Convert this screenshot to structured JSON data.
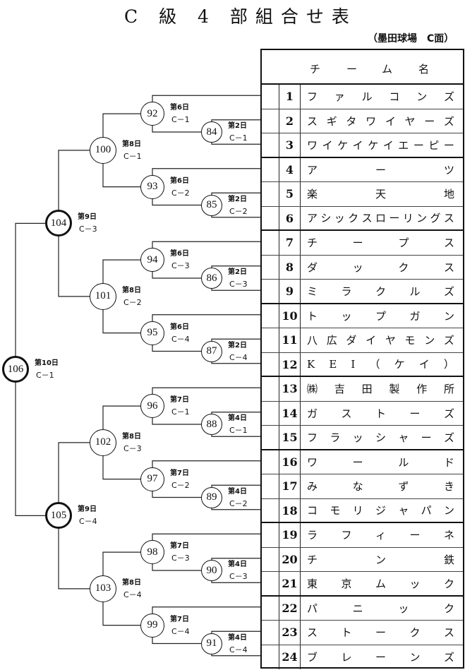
{
  "title": "C 級 4 部組合せ表",
  "venue": "（墨田球場　C面）",
  "table": {
    "header_chars": [
      "チ",
      "ー",
      "ム",
      "名"
    ],
    "teams": [
      {
        "no": "1",
        "chars": [
          "フ",
          "ァ",
          "ル",
          "コ",
          "ン",
          "ズ"
        ]
      },
      {
        "no": "2",
        "chars": [
          "ス",
          "ギ",
          "タ",
          "ワ",
          "イ",
          "ヤ",
          "ー",
          "ズ"
        ]
      },
      {
        "no": "3",
        "chars": [
          "ワ",
          "イ",
          "ケ",
          "イ",
          "ケ",
          "イ",
          "エ",
          "ー",
          "ピ",
          "ー"
        ]
      },
      {
        "no": "4",
        "chars": [
          "ア",
          "ー",
          "ツ"
        ]
      },
      {
        "no": "5",
        "chars": [
          "楽",
          "天",
          "地"
        ]
      },
      {
        "no": "6",
        "chars": [
          "ア",
          "シ",
          "ッ",
          "ク",
          "ス",
          "ロ",
          "ー",
          "リ",
          "ン",
          "グ",
          "ス"
        ]
      },
      {
        "no": "7",
        "chars": [
          "チ",
          "ー",
          "プ",
          "ス"
        ]
      },
      {
        "no": "8",
        "chars": [
          "ダ",
          "ッ",
          "ク",
          "ス"
        ]
      },
      {
        "no": "9",
        "chars": [
          "ミ",
          "ラ",
          "ク",
          "ル",
          "ズ"
        ]
      },
      {
        "no": "10",
        "chars": [
          "ト",
          "ッ",
          "プ",
          "ガ",
          "ン"
        ]
      },
      {
        "no": "11",
        "chars": [
          "八",
          "広",
          "ダ",
          "イ",
          "ヤ",
          "モ",
          "ン",
          "ズ"
        ]
      },
      {
        "no": "12",
        "chars": [
          "K",
          "E",
          "I",
          "（",
          "ケ",
          "イ",
          "）"
        ]
      },
      {
        "no": "13",
        "chars": [
          "㈱",
          "吉",
          "田",
          "製",
          "作",
          "所"
        ]
      },
      {
        "no": "14",
        "chars": [
          "ガ",
          "ス",
          "ト",
          "ー",
          "ズ"
        ]
      },
      {
        "no": "15",
        "chars": [
          "フ",
          "ラ",
          "ッ",
          "シ",
          "ャ",
          "ー",
          "ズ"
        ]
      },
      {
        "no": "16",
        "chars": [
          "ワ",
          "ー",
          "ル",
          "ド"
        ]
      },
      {
        "no": "17",
        "chars": [
          "み",
          "な",
          "ず",
          "き"
        ]
      },
      {
        "no": "18",
        "chars": [
          "コ",
          "モ",
          "リ",
          "ジ",
          "ャ",
          "パ",
          "ン"
        ]
      },
      {
        "no": "19",
        "chars": [
          "ラ",
          "フ",
          "ィ",
          "ー",
          "ネ"
        ]
      },
      {
        "no": "20",
        "chars": [
          "チ",
          "ン",
          "鉄"
        ]
      },
      {
        "no": "21",
        "chars": [
          "東",
          "京",
          "ム",
          "ッ",
          "ク"
        ]
      },
      {
        "no": "22",
        "chars": [
          "パ",
          "ニ",
          "ッ",
          "ク"
        ]
      },
      {
        "no": "23",
        "chars": [
          "ス",
          "ト",
          "ー",
          "ク",
          "ス"
        ]
      },
      {
        "no": "24",
        "chars": [
          "ブ",
          "レ",
          "ー",
          "ン",
          "ズ"
        ]
      }
    ]
  },
  "matches": [
    {
      "id": "84",
      "day": "第2日",
      "court": "C－1"
    },
    {
      "id": "85",
      "day": "第2日",
      "court": "C－2"
    },
    {
      "id": "86",
      "day": "第2日",
      "court": "C－3"
    },
    {
      "id": "87",
      "day": "第2日",
      "court": "C－4"
    },
    {
      "id": "88",
      "day": "第4日",
      "court": "C－1"
    },
    {
      "id": "89",
      "day": "第4日",
      "court": "C－2"
    },
    {
      "id": "90",
      "day": "第4日",
      "court": "C－3"
    },
    {
      "id": "91",
      "day": "第4日",
      "court": "C－4"
    },
    {
      "id": "92",
      "day": "第6日",
      "court": "C－1"
    },
    {
      "id": "93",
      "day": "第6日",
      "court": "C－2"
    },
    {
      "id": "94",
      "day": "第6日",
      "court": "C－3"
    },
    {
      "id": "95",
      "day": "第6日",
      "court": "C－4"
    },
    {
      "id": "96",
      "day": "第7日",
      "court": "C－1"
    },
    {
      "id": "97",
      "day": "第7日",
      "court": "C－2"
    },
    {
      "id": "98",
      "day": "第7日",
      "court": "C－3"
    },
    {
      "id": "99",
      "day": "第7日",
      "court": "C－4"
    },
    {
      "id": "100",
      "day": "第8日",
      "court": "C－1"
    },
    {
      "id": "101",
      "day": "第8日",
      "court": "C－2"
    },
    {
      "id": "102",
      "day": "第8日",
      "court": "C－3"
    },
    {
      "id": "103",
      "day": "第8日",
      "court": "C－4"
    },
    {
      "id": "104",
      "day": "第9日",
      "court": "C－3"
    },
    {
      "id": "105",
      "day": "第9日",
      "court": "C－4"
    },
    {
      "id": "106",
      "day": "第10日",
      "court": "C－1"
    }
  ]
}
